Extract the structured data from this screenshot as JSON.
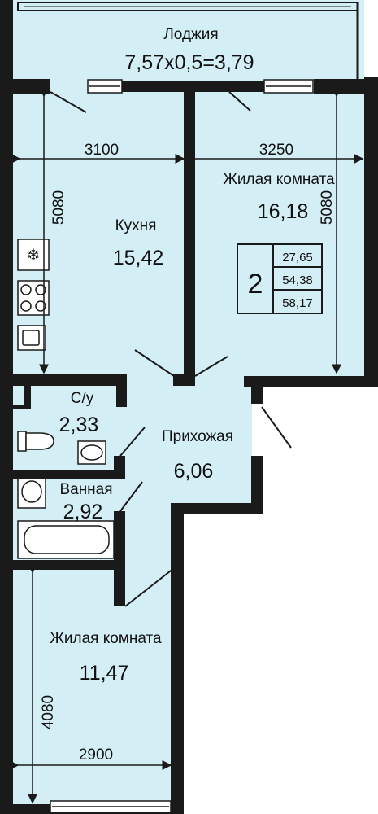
{
  "plan": {
    "colors": {
      "room_fill": "#d3eef5",
      "wall": "#1a1a1a",
      "line": "#1a1a1a",
      "background": "#ffffff"
    },
    "loggia": {
      "name": "Лоджия",
      "formula": "7,57х0,5=3,79"
    },
    "kitchen": {
      "name": "Кухня",
      "area": "15,42",
      "width_dim": "3100",
      "height_dim": "5080"
    },
    "living_room_1": {
      "name": "Жилая комната",
      "area": "16,18",
      "width_dim": "3250",
      "height_dim": "5080"
    },
    "toilet": {
      "name": "С/у",
      "area": "2,33"
    },
    "hallway": {
      "name": "Прихожая",
      "area": "6,06"
    },
    "bathroom": {
      "name": "Ванная",
      "area": "2,92"
    },
    "living_room_2": {
      "name": "Жилая комната",
      "area": "11,47",
      "width_dim": "2900",
      "height_dim": "4080"
    },
    "summary": {
      "rooms": "2",
      "living_area": "27,65",
      "total_area": "54,38",
      "total_with_loggia": "58,17"
    },
    "fixtures": [
      "fridge-icon",
      "stove-icon",
      "kitchen-sink-icon",
      "toilet-icon",
      "washbasin-icon",
      "bathtub-icon"
    ]
  }
}
